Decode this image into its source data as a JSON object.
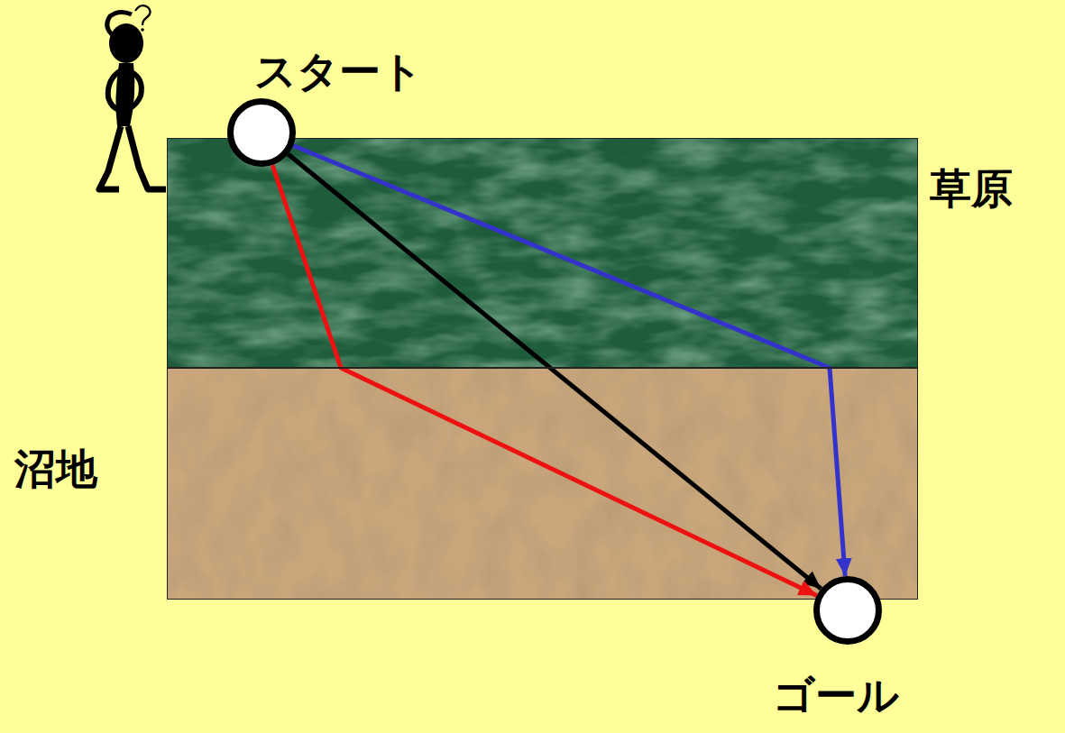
{
  "diagram": {
    "nodes": [
      {
        "text": [
          "スタート"
        ]
      },
      {
        "text": [
          "草原"
        ]
      },
      {
        "text": [
          "沼地"
        ]
      },
      {
        "text": [
          "ゴール"
        ]
      }
    ],
    "edges": [
      {
        "from": 0,
        "to": 3,
        "arrow": "to"
      },
      {
        "from": 0,
        "to": 3,
        "arrow": "to"
      },
      {
        "from": 0,
        "to": 3,
        "arrow": "to"
      }
    ]
  }
}
